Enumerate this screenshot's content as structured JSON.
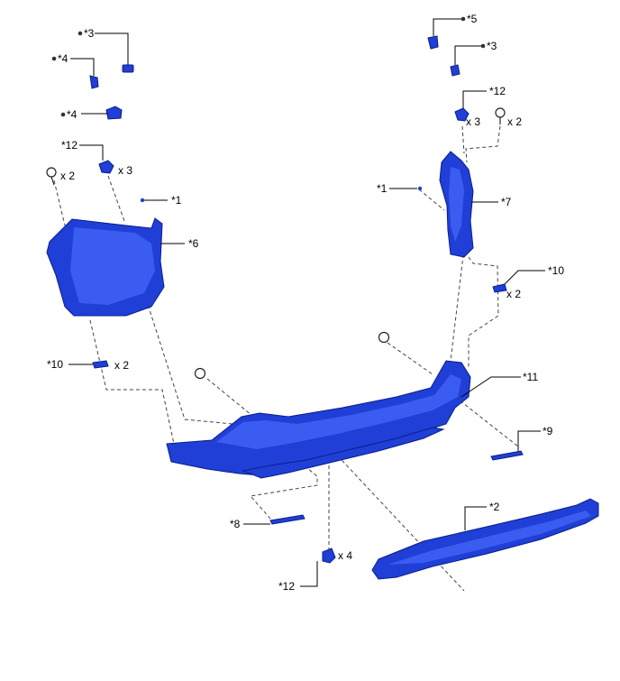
{
  "labels": {
    "l3a": "*3",
    "l4a": "*4",
    "l4b": "*4",
    "l12a": "*12",
    "l12a_qty": "x 3",
    "l12_screw_qty": "x 2",
    "l1a": "*1",
    "l6": "*6",
    "l10a": "*10",
    "l10a_qty": "x 2",
    "l5": "*5",
    "l3b": "*3",
    "l12b": "*12",
    "l12b_qty": "x 3",
    "l12b_screw_qty": "x 2",
    "l1b": "*1",
    "l7": "*7",
    "l10b": "*10",
    "l10b_qty": "x 2",
    "l11": "*11",
    "l9": "*9",
    "l8": "*8",
    "l2": "*2",
    "l12c": "*12",
    "l12c_qty": "x 4"
  },
  "colors": {
    "part_fill": "#1f3fd6",
    "part_outline": "#0a1f8a",
    "leader": "#000000",
    "dashed_guide": "#444444"
  }
}
